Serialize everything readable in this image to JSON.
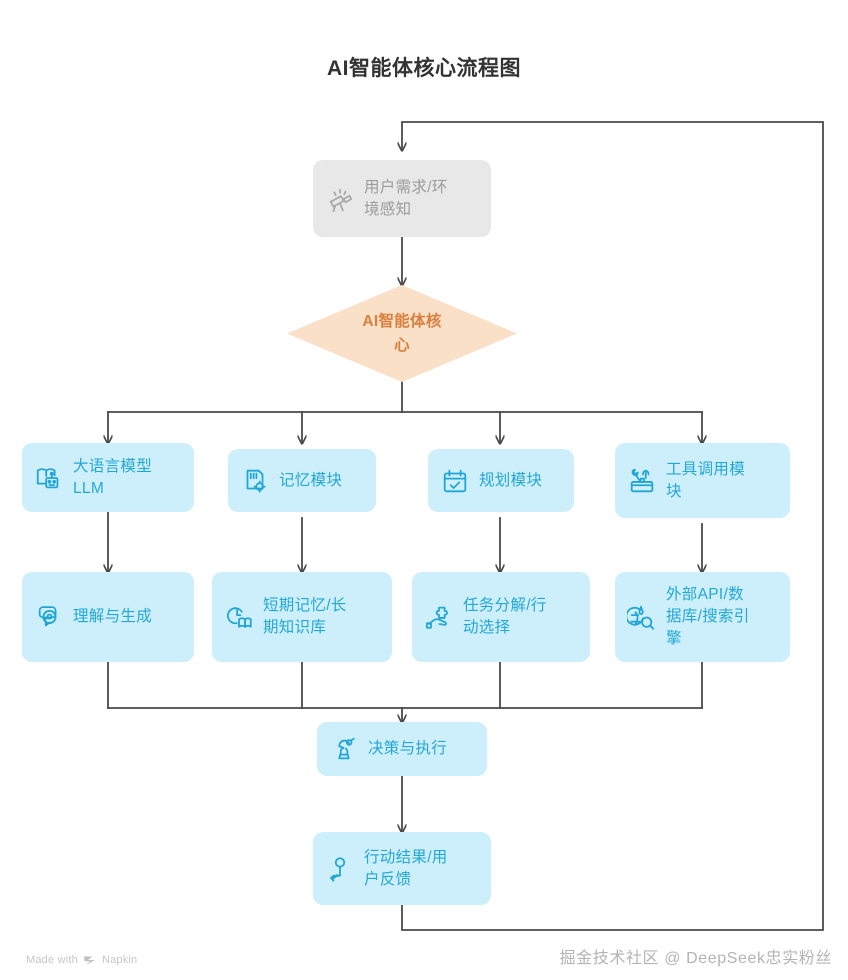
{
  "title": "AI智能体核心流程图",
  "colors": {
    "edge": "#4a4a4a",
    "start_fill": "#e8e8e8",
    "start_text": "#9c9c9c",
    "node_fill": "#cdeffb",
    "node_text": "#24a7d6",
    "diamond_fill": "#fbe0c8",
    "diamond_text": "#d98040",
    "background": "#ffffff",
    "watermark_text": "#b4b4b4"
  },
  "nodes": {
    "start": {
      "label": "用户需求/环\n境感知",
      "icon": "telescope-icon"
    },
    "core": {
      "label": "AI智能体核\n心",
      "icon": "diamond-shape"
    },
    "modules": [
      {
        "label": "大语言模型\nLLM",
        "icon": "llm-robot-icon"
      },
      {
        "label": "记忆模块",
        "icon": "memory-card-gear-icon"
      },
      {
        "label": "规划模块",
        "icon": "calendar-check-icon"
      },
      {
        "label": "工具调用模\n块",
        "icon": "toolbox-icon"
      }
    ],
    "details": [
      {
        "label": "理解与生成",
        "icon": "chat-bubbles-icon"
      },
      {
        "label": "短期记忆/长\n期知识库",
        "icon": "clock-book-icon"
      },
      {
        "label": "任务分解/行\n动选择",
        "icon": "hand-puzzle-icon"
      },
      {
        "label": "外部API/数\n据库/搜索引\n擎",
        "icon": "globe-search-icon"
      }
    ],
    "decision": {
      "label": "决策与执行",
      "icon": "chess-robot-icon"
    },
    "result": {
      "label": "行动结果/用\n户反馈",
      "icon": "person-feedback-icon"
    }
  },
  "footer": {
    "brand_prefix": "Made with",
    "brand_name": "Napkin",
    "brand_icon": "napkin-logo-icon",
    "watermark": "掘金技术社区 @ DeepSeek忠实粉丝"
  }
}
